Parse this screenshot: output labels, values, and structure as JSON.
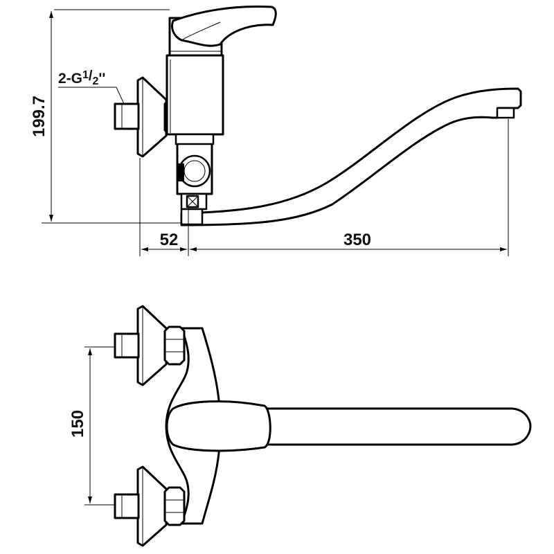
{
  "diagram": {
    "dimensions": {
      "height": "199.7",
      "wall_offset": "52",
      "spout_reach": "350",
      "inlet_spacing": "150"
    },
    "thread_label": {
      "prefix": "2-G",
      "numerator": "1",
      "denominator": "2",
      "suffix": "''"
    }
  }
}
